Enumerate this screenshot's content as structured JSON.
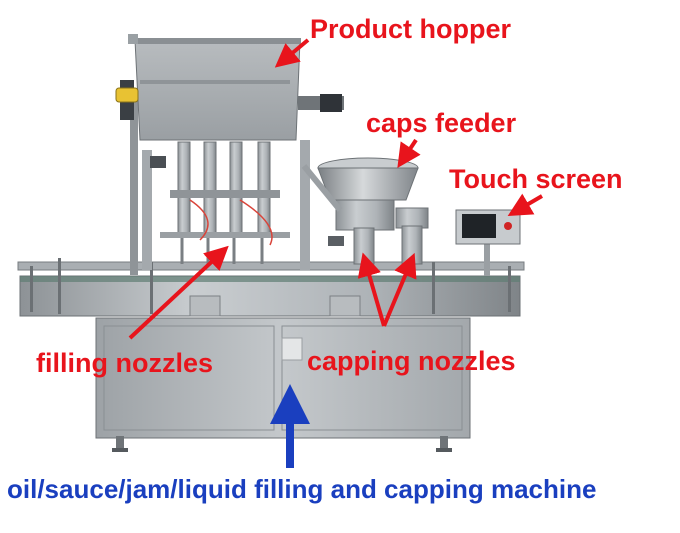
{
  "labels": {
    "product_hopper": "Product hopper",
    "caps_feeder": "caps feeder",
    "touch_screen": "Touch screen",
    "filling_nozzles": "filling nozzles",
    "capping_nozzles": "capping nozzles",
    "machine_caption": "oil/sauce/jam/liquid filling and capping machine"
  },
  "colors": {
    "label_red": "#e8141c",
    "caption_blue": "#1a3fbf",
    "background": "#ffffff"
  }
}
